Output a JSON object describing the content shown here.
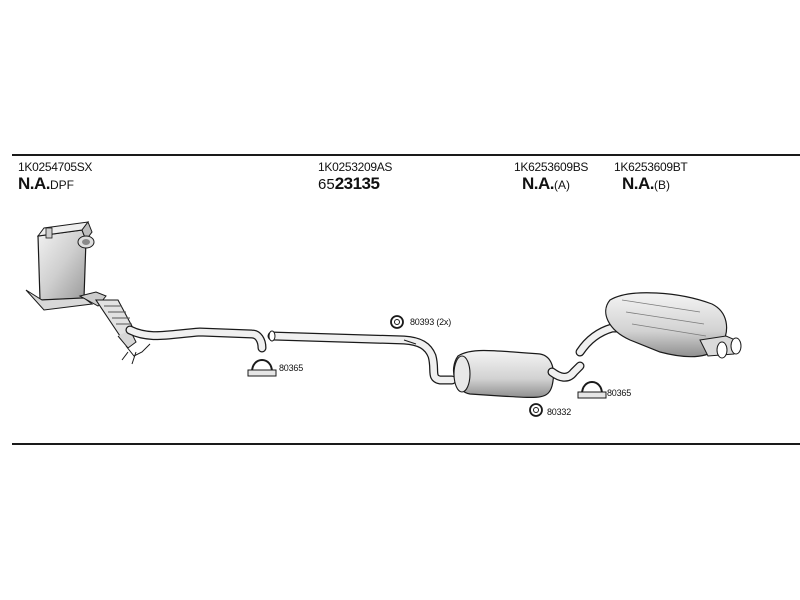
{
  "parts": [
    {
      "number": "1K0254705SX",
      "code_main": "N.A.",
      "code_suffix": "DPF"
    },
    {
      "number": "1K0253209AS",
      "code_prefix": "65",
      "code_main": "23135"
    },
    {
      "number": "1K6253609BS",
      "code_main": "N.A.",
      "code_suffix": "(A)"
    },
    {
      "number": "1K6253609BT",
      "code_main": "N.A.",
      "code_suffix": "(B)"
    }
  ],
  "callouts": {
    "clamp_front": "80365",
    "ring_middle": "80393 (2x)",
    "ring_rear": "80332",
    "clamp_rear": "80365"
  },
  "icons": {
    "clamp": "u-clamp-icon",
    "ring": "gasket-ring-icon"
  },
  "colors": {
    "line": "#1a1a1a",
    "part_fill": "#d9d9d9",
    "part_shade": "#9a9a9a"
  }
}
